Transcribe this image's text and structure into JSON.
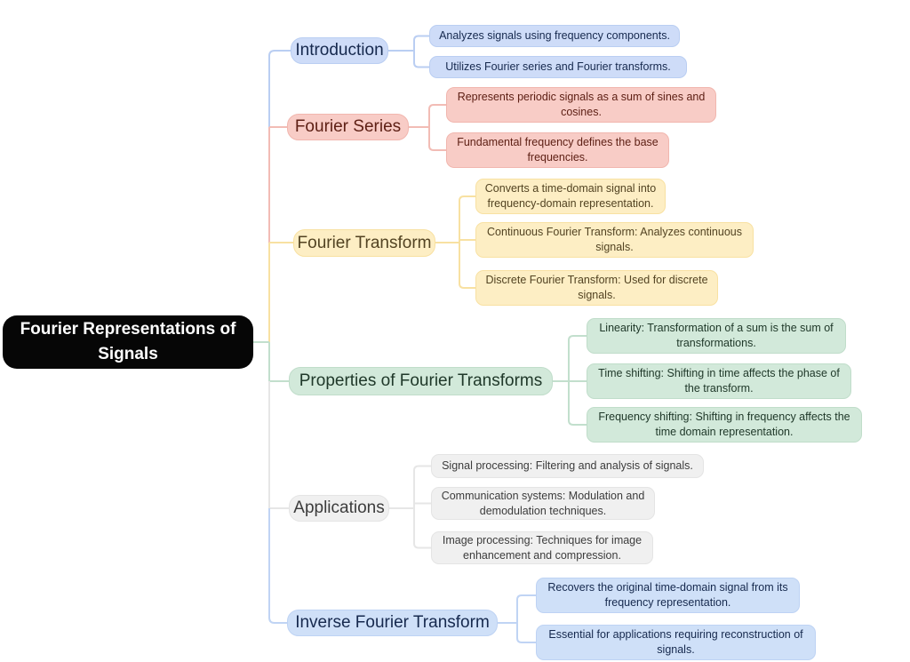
{
  "root": {
    "title": "Fourier Representations of Signals"
  },
  "branches": [
    {
      "label": "Introduction",
      "color": "#cedcf8",
      "leaves": [
        "Analyzes signals using frequency components.",
        "Utilizes Fourier series and Fourier transforms."
      ]
    },
    {
      "label": "Fourier Series",
      "color": "#f8ccc6",
      "leaves": [
        "Represents periodic signals as a sum of sines and cosines.",
        "Fundamental frequency defines the base frequencies."
      ]
    },
    {
      "label": "Fourier Transform",
      "color": "#fdeec4",
      "leaves": [
        "Converts a time-domain signal into frequency-domain representation.",
        "Continuous Fourier Transform: Analyzes continuous signals.",
        "Discrete Fourier Transform: Used for discrete signals."
      ]
    },
    {
      "label": "Properties of Fourier Transforms",
      "color": "#d2e9da",
      "leaves": [
        "Linearity: Transformation of a sum is the sum of transformations.",
        "Time shifting: Shifting in time affects the phase of the transform.",
        "Frequency shifting: Shifting in frequency affects the time domain representation."
      ]
    },
    {
      "label": "Applications",
      "color": "#f0f0f0",
      "leaves": [
        "Signal processing: Filtering and analysis of signals.",
        "Communication systems: Modulation and demodulation techniques.",
        "Image processing: Techniques for image enhancement and compression."
      ]
    },
    {
      "label": "Inverse Fourier Transform",
      "color": "#cfe0f8",
      "leaves": [
        "Recovers the original time-domain signal from its frequency representation.",
        "Essential for applications requiring reconstruction of signals."
      ]
    }
  ],
  "palette": {
    "root_bg": "#060606",
    "root_text": "#ffffff",
    "intro_fill": "#cedcf8",
    "intro_line": "#bacef2",
    "intro_text": "#16294e",
    "series_fill": "#f8ccc6",
    "series_line": "#f2bcb5",
    "series_text": "#5e2015",
    "transform_fill": "#fdeec4",
    "transform_line": "#f8e1a2",
    "transform_text": "#524322",
    "properties_fill": "#d2e9da",
    "properties_line": "#c2dfcd",
    "properties_text": "#20392a",
    "applications_fill": "#f0f0f0",
    "applications_line": "#e6e6e6",
    "applications_text": "#3c3c3c",
    "inverse_fill": "#cfe0f8",
    "inverse_line": "#c0d4f4",
    "inverse_text": "#16294e"
  }
}
